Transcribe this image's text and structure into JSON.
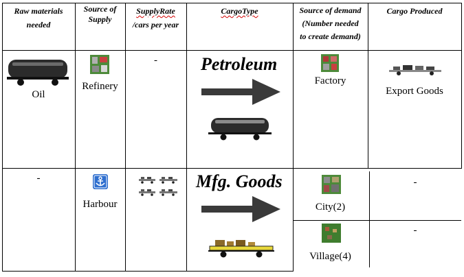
{
  "headers": [
    {
      "lines": [
        "Raw materials",
        "needed"
      ]
    },
    {
      "lines": [
        "Source of",
        "Supply"
      ]
    },
    {
      "lines": [
        "SupplyRate",
        "/cars per year"
      ]
    },
    {
      "lines": [
        "CargoType"
      ]
    },
    {
      "lines": [
        "Source of demand",
        "(Number needed",
        "to create demand)"
      ]
    },
    {
      "lines": [
        "Cargo Produced"
      ]
    }
  ],
  "rows": [
    {
      "raw_material": "Oil",
      "source_of_supply": "Refinery",
      "supply_rate": "-",
      "cargo_type": "Petroleum",
      "demand": [
        {
          "label": "Factory",
          "icon": "factory-icon"
        }
      ],
      "cargo_produced": [
        "Export Goods"
      ]
    },
    {
      "raw_material": "-",
      "source_of_supply": "Harbour",
      "supply_rate_icon": "goods-wagons-icon",
      "cargo_type": "Mfg. Goods",
      "demand": [
        {
          "label": "City(2)",
          "icon": "city-icon"
        },
        {
          "label": "Village(4)",
          "icon": "village-icon"
        }
      ],
      "cargo_produced": [
        "-",
        "-"
      ]
    }
  ],
  "colors": {
    "arrow": "#3a3a3a",
    "tanker": "#2b2b2b",
    "flatcar": "#e8d83a",
    "harbour_badge": "#2f6fcf",
    "spellcheck": "#d40000"
  }
}
